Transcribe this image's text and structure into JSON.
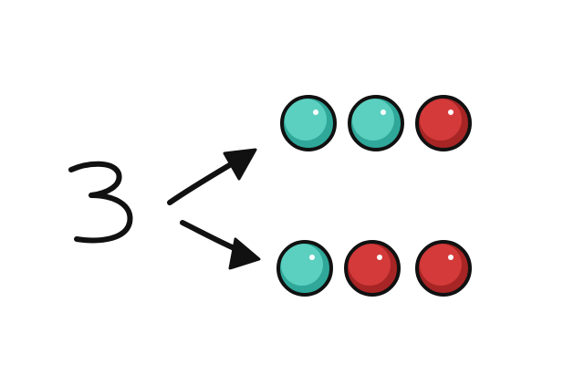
{
  "number": {
    "value": 3,
    "label": "3"
  },
  "colors": {
    "teal": "#5cd0c0",
    "teal_shade": "#2fa89a",
    "red": "#d43a3a",
    "red_shade": "#a72525",
    "stroke": "#111111"
  },
  "rows": [
    {
      "balls": [
        "teal",
        "teal",
        "red"
      ],
      "teal_count": 2,
      "red_count": 1
    },
    {
      "balls": [
        "teal",
        "red",
        "red"
      ],
      "teal_count": 1,
      "red_count": 2
    }
  ]
}
